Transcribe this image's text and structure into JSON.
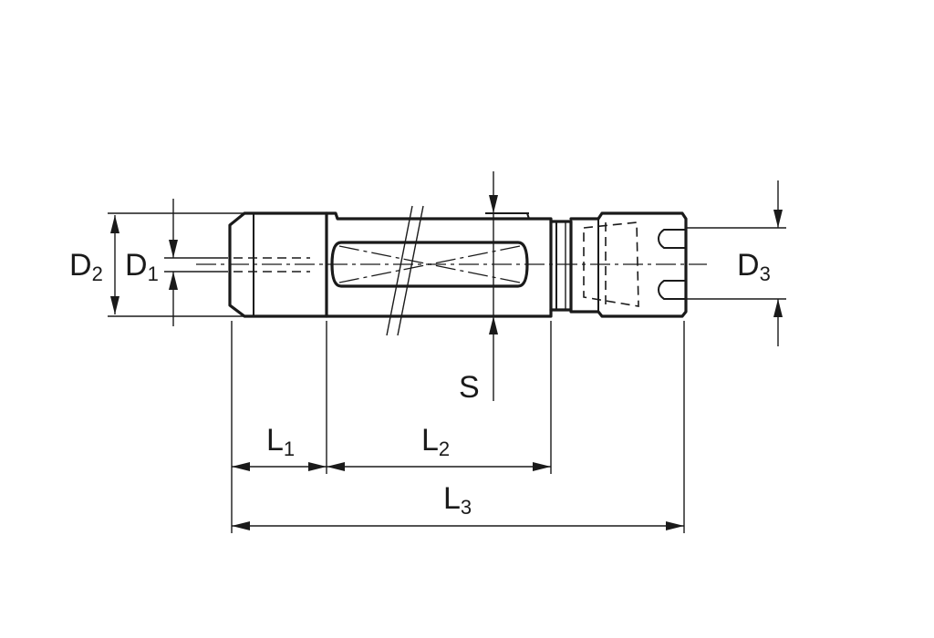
{
  "labels": {
    "d1": {
      "main": "D",
      "sub": "1"
    },
    "d2": {
      "main": "D",
      "sub": "2"
    },
    "d3": {
      "main": "D",
      "sub": "3"
    },
    "l1": {
      "main": "L",
      "sub": "1"
    },
    "l2": {
      "main": "L",
      "sub": "2"
    },
    "l3": {
      "main": "L",
      "sub": "3"
    },
    "s": {
      "main": "S"
    }
  },
  "colors": {
    "ink": "#1a1a1a",
    "background": "#ffffff"
  }
}
